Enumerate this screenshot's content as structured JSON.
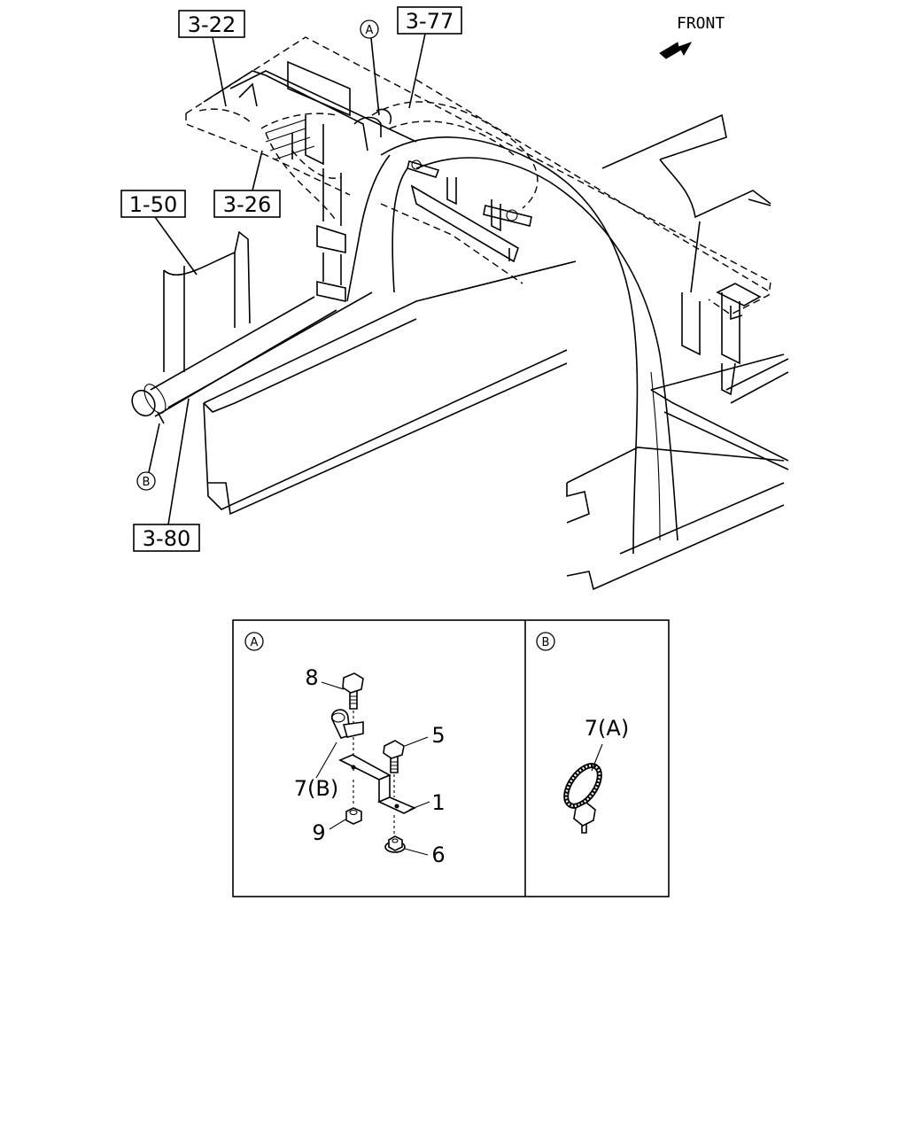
{
  "orientation": {
    "label": "FRONT",
    "icon": "arrow-icon"
  },
  "references": {
    "r1": "3-22",
    "r2": "3-77",
    "r3": "1-50",
    "r4": "3-26",
    "r5": "3-80"
  },
  "callouts": {
    "a": "A",
    "b": "B"
  },
  "detail_a": {
    "title": "A",
    "parts": {
      "p8": "8",
      "p5": "5",
      "p7b": "7(B)",
      "p1": "1",
      "p9": "9",
      "p6": "6"
    }
  },
  "detail_b": {
    "title": "B",
    "parts": {
      "p7a": "7(A)"
    }
  }
}
